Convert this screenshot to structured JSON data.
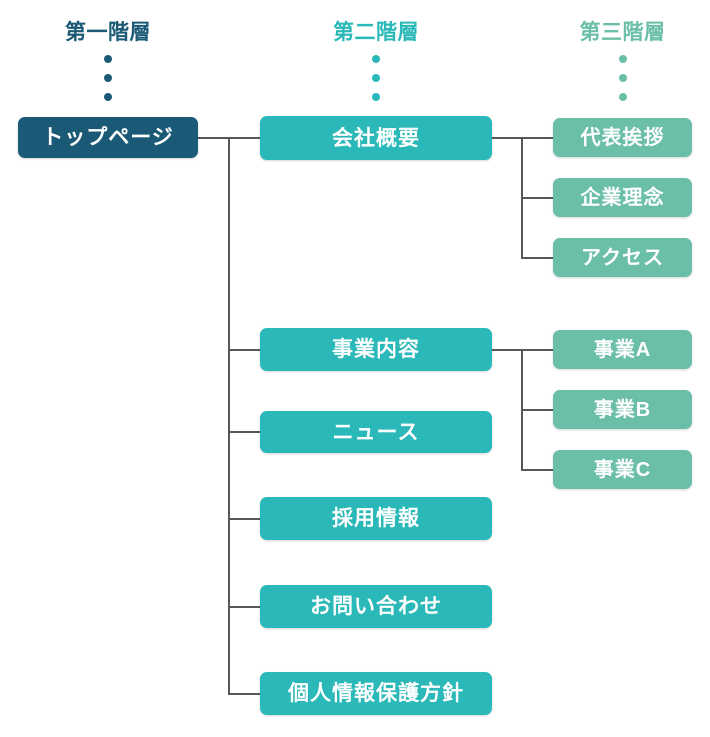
{
  "diagram": {
    "type": "sitemap-tree",
    "title": "",
    "colors": {
      "level1": "#1B5A76",
      "level2": "#2BB8B8",
      "level3": "#6BBFA8",
      "connector": "#55585B",
      "background": "#FFFFFF",
      "node_text": "#FFFFFF"
    },
    "columns": [
      {
        "label": "第一階層",
        "color": "#1B5A76"
      },
      {
        "label": "第二階層",
        "color": "#2BB8B8"
      },
      {
        "label": "第三階層",
        "color": "#6BBFA8"
      }
    ],
    "dots_per_column": 3,
    "level1": [
      {
        "label": "トップページ"
      }
    ],
    "level2": [
      {
        "label": "会社概要"
      },
      {
        "label": "事業内容"
      },
      {
        "label": "ニュース"
      },
      {
        "label": "採用情報"
      },
      {
        "label": "お問い合わせ"
      },
      {
        "label": "個人情報保護方針"
      }
    ],
    "level3": [
      {
        "label": "代表挨拶",
        "parent": "会社概要"
      },
      {
        "label": "企業理念",
        "parent": "会社概要"
      },
      {
        "label": "アクセス",
        "parent": "会社概要"
      },
      {
        "label": "事業A",
        "parent": "事業内容"
      },
      {
        "label": "事業B",
        "parent": "事業内容"
      },
      {
        "label": "事業C",
        "parent": "事業内容"
      }
    ]
  }
}
